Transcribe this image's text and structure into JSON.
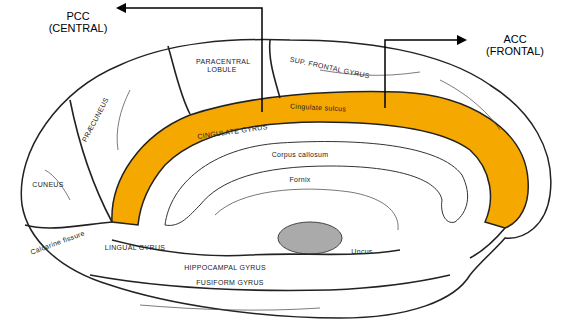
{
  "diagram": {
    "labels": [
      "PCC (CENTRAL)",
      "ACC (FRONTAL)",
      "PARACENTRAL LOBULE",
      "SUP. FRONTAL GYRUS",
      "Cingulate sulcus",
      "CINGULATE GYRUS",
      "Corpus callosum",
      "Fornix",
      "PRÆCUNEUS",
      "CUNEUS",
      "Calcarine fissure",
      "LINGUAL GYRUS",
      "HIPPOCAMPAL GYRUS",
      "FUSIFORM GYRUS",
      "Uncus"
    ]
  }
}
